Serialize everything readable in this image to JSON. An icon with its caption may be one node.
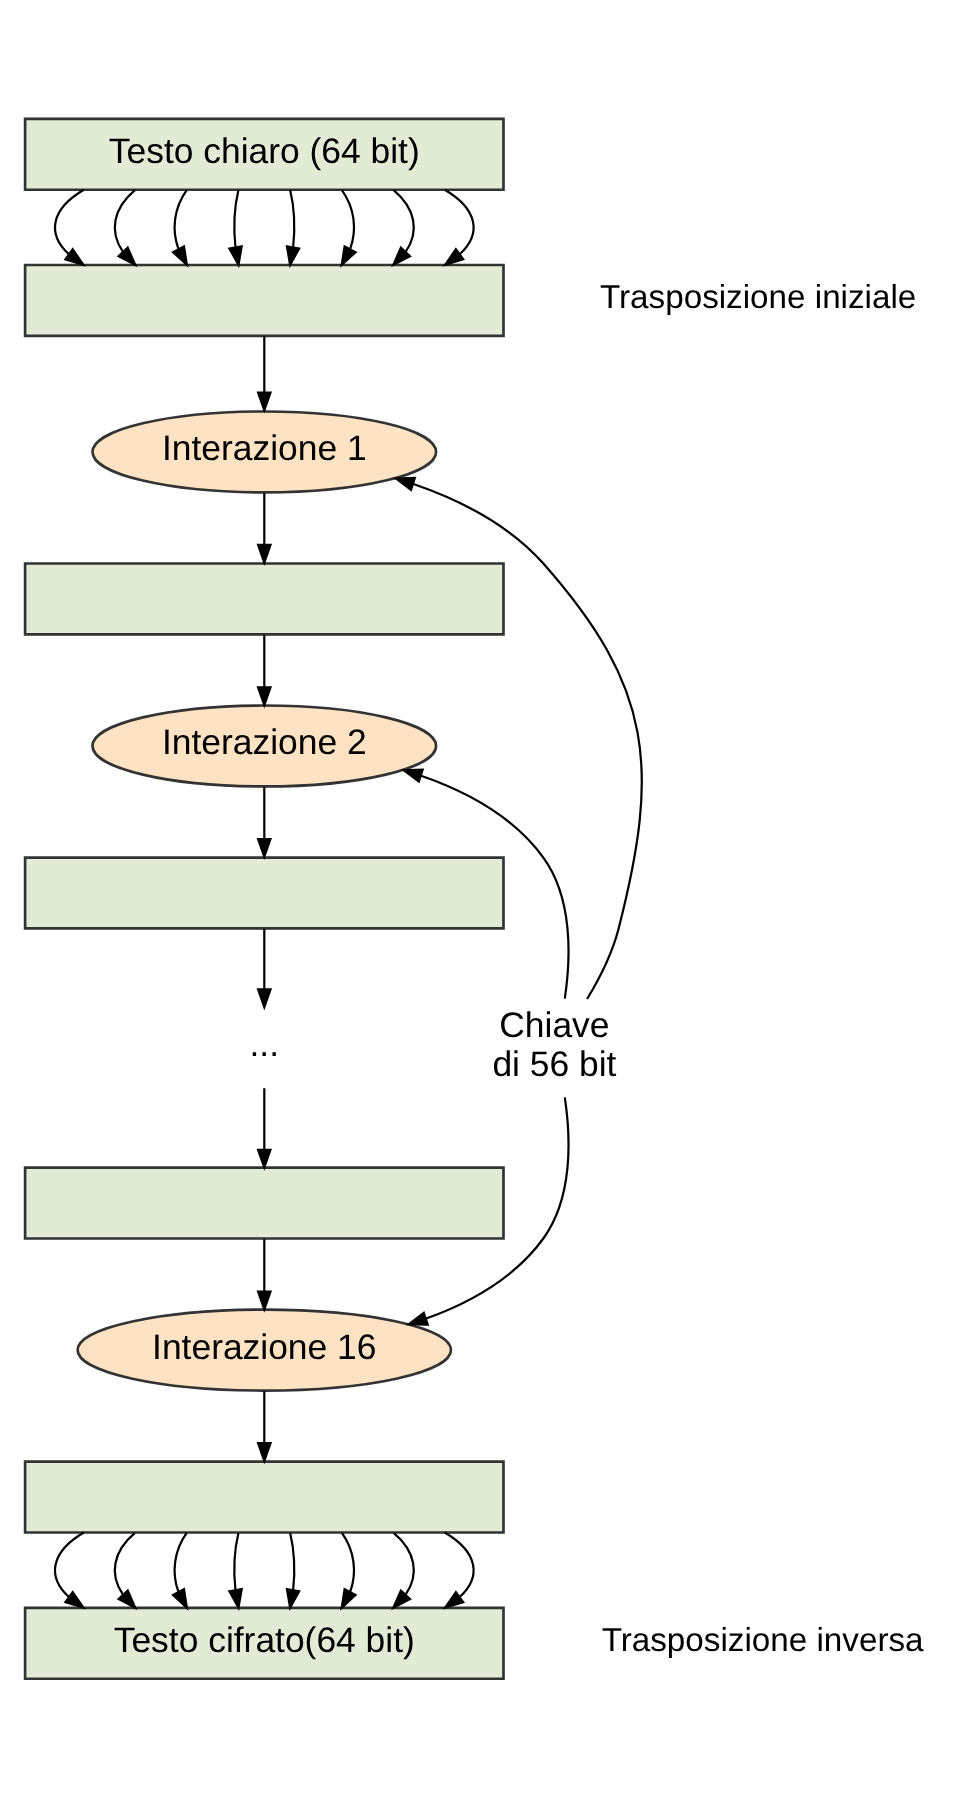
{
  "diagram": {
    "nodes": [
      {
        "text": [
          "Testo chiaro (64 bit)"
        ]
      },
      {
        "text": [],
        "shape": "box"
      },
      {
        "text": [
          "Interazione 1"
        ]
      },
      {
        "text": [],
        "shape": "box"
      },
      {
        "text": [
          "Interazione 2"
        ]
      },
      {
        "text": [],
        "shape": "box"
      },
      {
        "text": [
          "..."
        ]
      },
      {
        "text": [],
        "shape": "box"
      },
      {
        "text": [
          "Interazione 16"
        ]
      },
      {
        "text": [],
        "shape": "box"
      },
      {
        "text": [
          "Testo cifrato(64 bit)"
        ]
      },
      {
        "text": [
          "Chiave di 56 bit"
        ]
      }
    ],
    "edges": [
      {
        "from": 0,
        "to": 1,
        "arrow": "to"
      },
      {
        "from": 0,
        "to": 1,
        "arrow": "to"
      },
      {
        "from": 0,
        "to": 1,
        "arrow": "to"
      },
      {
        "from": 0,
        "to": 1,
        "arrow": "to"
      },
      {
        "from": 0,
        "to": 1,
        "arrow": "to"
      },
      {
        "from": 0,
        "to": 1,
        "arrow": "to"
      },
      {
        "from": 0,
        "to": 1,
        "arrow": "to"
      },
      {
        "from": 0,
        "to": 1,
        "arrow": "to"
      },
      {
        "from": 1,
        "to": 2,
        "arrow": "to"
      },
      {
        "from": 2,
        "to": 3,
        "arrow": "to"
      },
      {
        "from": 3,
        "to": 4,
        "arrow": "to"
      },
      {
        "from": 4,
        "to": 5,
        "arrow": "to"
      },
      {
        "from": 5,
        "to": 6,
        "arrow": "to"
      },
      {
        "from": 6,
        "to": 7,
        "arrow": "to"
      },
      {
        "from": 7,
        "to": 8,
        "arrow": "to"
      },
      {
        "from": 8,
        "to": 9,
        "arrow": "to"
      },
      {
        "from": 9,
        "to": 10,
        "arrow": "to"
      },
      {
        "from": 9,
        "to": 10,
        "arrow": "to"
      },
      {
        "from": 9,
        "to": 10,
        "arrow": "to"
      },
      {
        "from": 9,
        "to": 10,
        "arrow": "to"
      },
      {
        "from": 9,
        "to": 10,
        "arrow": "to"
      },
      {
        "from": 9,
        "to": 10,
        "arrow": "to"
      },
      {
        "from": 9,
        "to": 10,
        "arrow": "to"
      },
      {
        "from": 9,
        "to": 10,
        "arrow": "to"
      },
      {
        "from": 11,
        "to": 2,
        "arrow": "to"
      },
      {
        "from": 11,
        "to": 4,
        "arrow": "to"
      },
      {
        "from": 11,
        "to": 8,
        "arrow": "to"
      }
    ],
    "labels": [
      "Trasposizione iniziale",
      "Trasposizione inversa"
    ]
  }
}
